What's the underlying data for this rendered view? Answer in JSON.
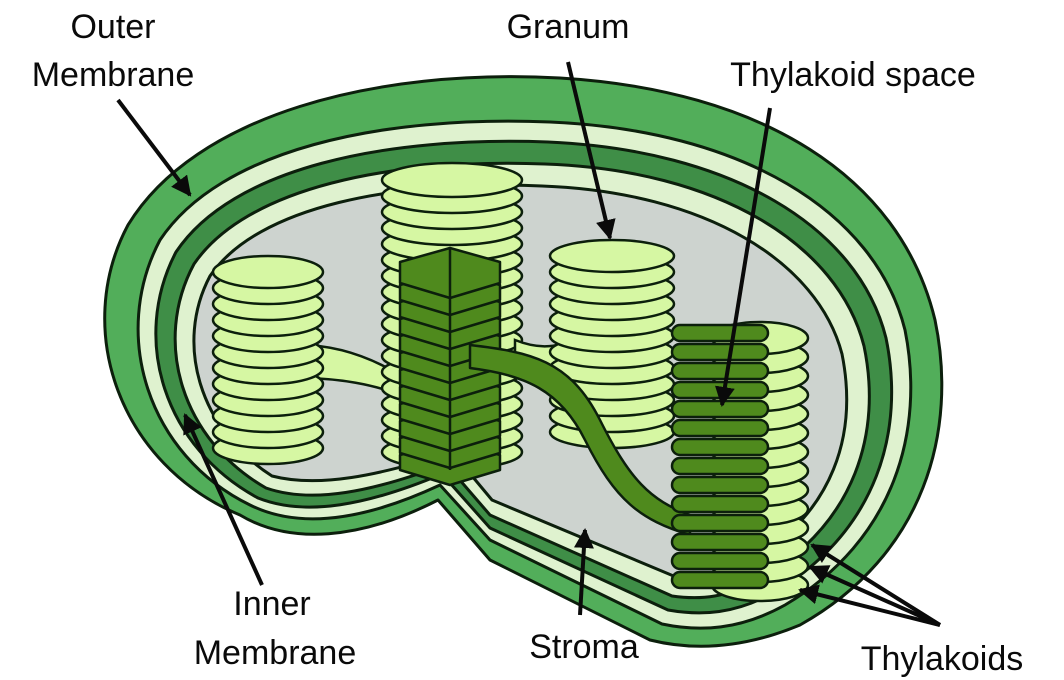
{
  "labels": {
    "outer_membrane_line1": "Outer",
    "outer_membrane_line2": "Membrane",
    "granum": "Granum",
    "thylakoid_space": "Thylakoid space",
    "inner_membrane_line1": "Inner",
    "inner_membrane_line2": "Membrane",
    "stroma": "Stroma",
    "thylakoids": "Thylakoids"
  },
  "colors": {
    "outer_membrane": "#52ae5a",
    "intermembrane_band": "#3f8e47",
    "membrane_light": "#dff2cf",
    "stroma": "#cdd3cf",
    "thylakoid_light": "#d6f7a3",
    "thylakoid_dark": "#4f8a1d",
    "outline": "#0c1f0c"
  }
}
